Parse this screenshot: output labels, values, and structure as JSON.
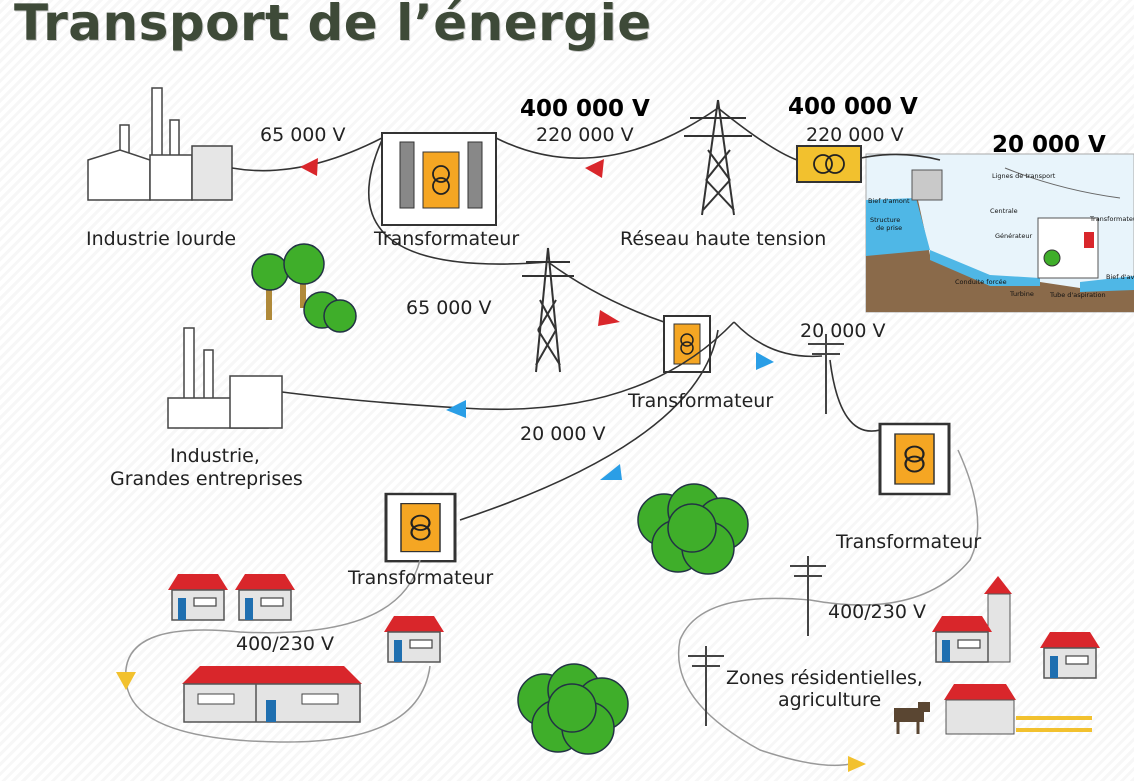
{
  "title": "Transport de l’énergie",
  "voltages": {
    "v400k_left": "400 000 V",
    "v220k_left": "220 000 V",
    "v400k_right": "400 000 V",
    "v220k_right": "220 000 V",
    "v20k_top": "20 000 V",
    "v65k_industry": "65 000 V",
    "v65k_pylon": "65 000 V",
    "v20k_pole": "20 000 V",
    "v20k_mid": "20 000 V",
    "v400_230_left": "400/230 V",
    "v400_230_right": "400/230 V"
  },
  "labels": {
    "industrie_lourde": "Industrie lourde",
    "transformateur_main": "Transformateur",
    "reseau": "Réseau haute tension",
    "transformateur_center": "Transformateur",
    "industrie_line1": "Industrie,",
    "industrie_line2": "Grandes entreprises",
    "transformateur_left": "Transformateur",
    "transformateur_right": "Transformateur",
    "zones_line1": "Zones résidentielles,",
    "zones_line2": "agriculture"
  },
  "dam": {
    "lignes": "Lignes de transport",
    "bief_amont": "Bief d'amont",
    "centrale": "Centrale",
    "transformateur": "Transformateur",
    "structure1": "Structure",
    "structure2": "de prise",
    "generateur": "Générateur",
    "conduite": "Conduite forcée",
    "turbine": "Turbine",
    "tube": "Tube d'aspiration",
    "bief_aval": "Bief d'aval"
  },
  "colors": {
    "title": "#3e4a38",
    "transformer_box": "#f5a623",
    "arrow_high": "#d9262b",
    "arrow_mid": "#2a9ee6",
    "arrow_low": "#f2c12e",
    "roof": "#d9262b",
    "door": "#1f6fb0",
    "tree": "#3fae2a",
    "water": "#4fb7e6"
  }
}
